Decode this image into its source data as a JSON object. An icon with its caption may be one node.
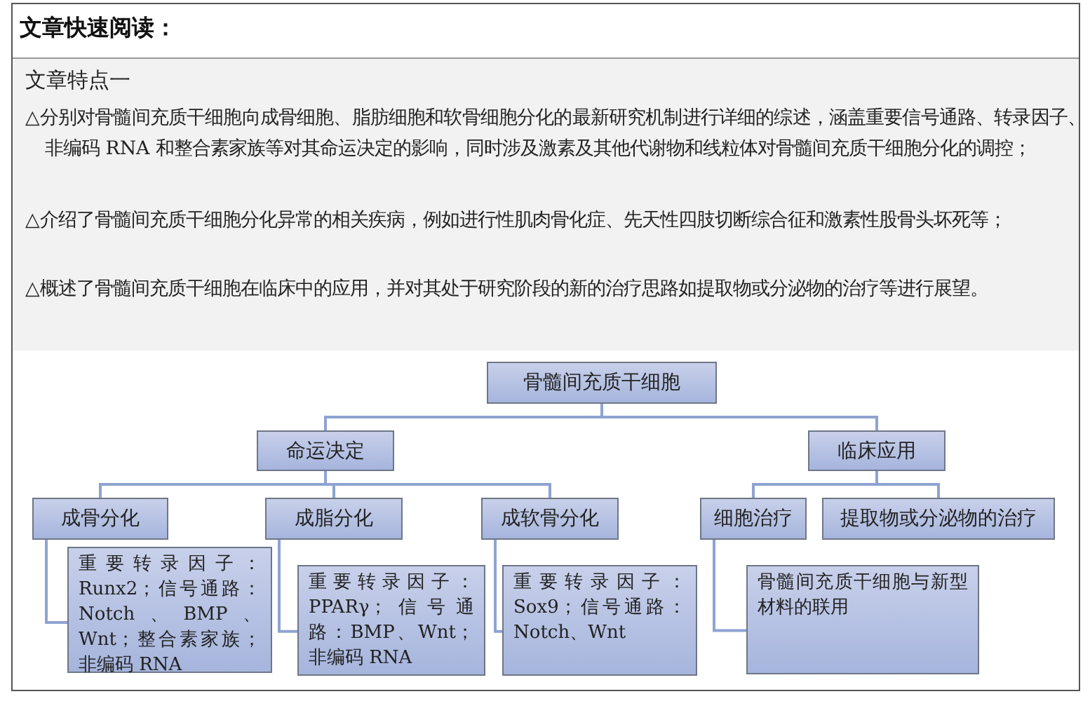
{
  "diagram": {
    "title": "文章快速阅读：",
    "nodes": [
      {
        "text": [
          "骨髓间充质干细胞"
        ]
      },
      {
        "text": [
          "命运决定"
        ]
      },
      {
        "text": [
          "临床应用"
        ]
      },
      {
        "text": [
          "成骨分化"
        ]
      },
      {
        "text": [
          "成脂分化"
        ]
      },
      {
        "text": [
          "成软骨分化"
        ]
      },
      {
        "text": [
          "细胞治疗"
        ]
      },
      {
        "text": [
          "提取物或分泌物的治疗"
        ]
      },
      {
        "text": [
          "重要转录因子：Runx2；信号通路：Notch、BMP、Wnt；整合素家族；非编码 RNA"
        ]
      },
      {
        "text": [
          "重要转录因子：PPARγ；信号通路：BMP、Wnt；非编码 RNA"
        ]
      },
      {
        "text": [
          "重要转录因子：Sox9；信号通路：Notch、Wnt"
        ]
      },
      {
        "text": [
          "骨髓间充质干细胞与新型材料的联用"
        ]
      }
    ],
    "edges": [
      {
        "from": 0,
        "to": 1,
        "arrow": "none"
      },
      {
        "from": 0,
        "to": 2,
        "arrow": "none"
      },
      {
        "from": 1,
        "to": 3,
        "arrow": "none"
      },
      {
        "from": 1,
        "to": 4,
        "arrow": "none"
      },
      {
        "from": 1,
        "to": 5,
        "arrow": "none"
      },
      {
        "from": 2,
        "to": 6,
        "arrow": "none"
      },
      {
        "from": 2,
        "to": 7,
        "arrow": "none"
      },
      {
        "from": 3,
        "to": 8,
        "arrow": "none"
      },
      {
        "from": 4,
        "to": 9,
        "arrow": "none"
      },
      {
        "from": 5,
        "to": 10,
        "arrow": "none"
      },
      {
        "from": 6,
        "to": 11,
        "arrow": "none"
      }
    ],
    "labels": [
      "文章特点一",
      "△分别对骨髓间充质干细胞向成骨细胞、脂肪细胞和软骨细胞分化的最新研究机制进行详细的综述，涵盖重要信号通路、转录因子、非编码 RNA 和整合素家族等对其命运决定的影响，同时涉及激素及其他代谢物和线粒体对骨髓间充质干细胞分化的调控；",
      "△介绍了骨髓间充质干细胞分化异常的相关疾病，例如进行性肌肉骨化症、先天性四肢切断综合征和激素性股骨头坏死等；",
      "△概述了骨髓间充质干细胞在临床中的应用，并对其处于研究阶段的新的治疗思路如提取物或分泌物的治疗等进行展望。"
    ]
  }
}
